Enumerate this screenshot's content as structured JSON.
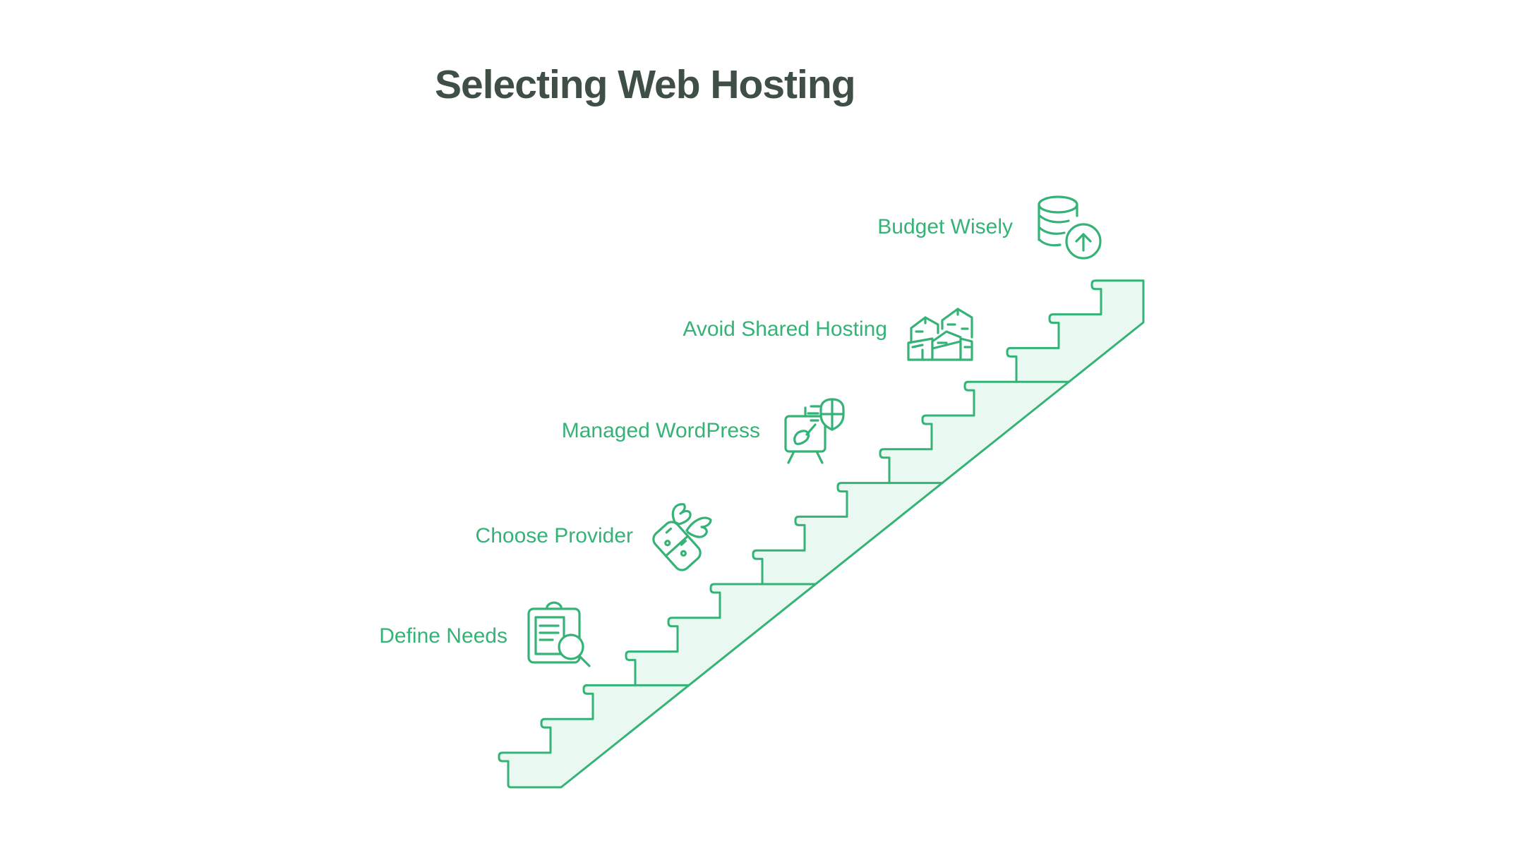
{
  "title": "Selecting Web Hosting",
  "colors": {
    "accent_green": "#35b377",
    "stair_fill": "#e9f8f0",
    "title_color": "#3f4f46",
    "background": "#ffffff"
  },
  "items": [
    {
      "label": "Budget Wisely",
      "icon": "coin-stack-growth-icon"
    },
    {
      "label": "Avoid Shared Hosting",
      "icon": "buildings-cluster-icon"
    },
    {
      "label": "Managed WordPress",
      "icon": "easel-shield-icon"
    },
    {
      "label": "Choose Provider",
      "icon": "winged-domino-icon"
    },
    {
      "label": "Define Needs",
      "icon": "clipboard-search-icon"
    }
  ],
  "stairs": {
    "step_count": 14,
    "section_count": 5,
    "direction": "ascending-right"
  }
}
